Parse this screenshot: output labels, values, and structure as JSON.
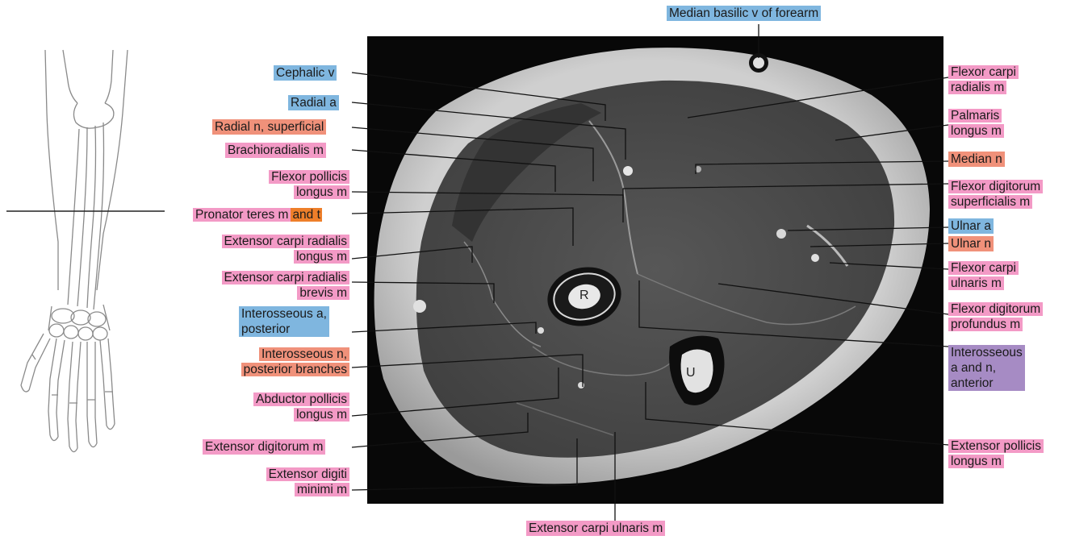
{
  "colors": {
    "nerve": "#f0917a",
    "artery_vein": "#7fb6df",
    "muscle": "#f39ac6",
    "tendon": "#ee7f2a",
    "mixed": "#a68bc4"
  },
  "bones": {
    "radius": "R",
    "ulna": "U"
  },
  "labels": {
    "median_basilic_v": "Median basilic v of forearm",
    "cephalic_v": "Cephalic v",
    "radial_a": "Radial a",
    "radial_n": "Radial n, superficial",
    "brachioradialis": "Brachioradialis m",
    "fpl_1": "Flexor pollicis",
    "fpl_2": "longus m",
    "pronator_teres": "Pronator teres m",
    "pronator_teres_t": "and t",
    "ecrl_1": "Extensor carpi radialis",
    "ecrl_2": "longus m",
    "ecrb_1": "Extensor carpi radialis",
    "ecrb_2": "brevis m",
    "interosseous_a_post_1": "Interosseous a,",
    "interosseous_a_post_2": "posterior",
    "interosseous_n_post_1": "Interosseous n,",
    "interosseous_n_post_2": "posterior branches",
    "apl_1": "Abductor pollicis",
    "apl_2": "longus m",
    "ext_digitorum": "Extensor digitorum m",
    "edm_1": "Extensor digiti",
    "edm_2": "minimi m",
    "ecu": "Extensor carpi ulnaris m",
    "fcr_1": "Flexor carpi",
    "fcr_2": "radialis m",
    "pl_1": "Palmaris",
    "pl_2": "longus m",
    "median_n": "Median n",
    "fds_1": "Flexor digitorum",
    "fds_2": "superficialis m",
    "ulnar_a": "Ulnar a",
    "ulnar_n": "Ulnar n",
    "fcu_1": "Flexor carpi",
    "fcu_2": "ulnaris m",
    "fdp_1": "Flexor digitorum",
    "fdp_2": "profundus m",
    "interosseous_ant_1": "Interosseous",
    "interosseous_ant_2": "a and n,",
    "interosseous_ant_3": "anterior",
    "epl_1": "Extensor pollicis",
    "epl_2": "longus m"
  }
}
